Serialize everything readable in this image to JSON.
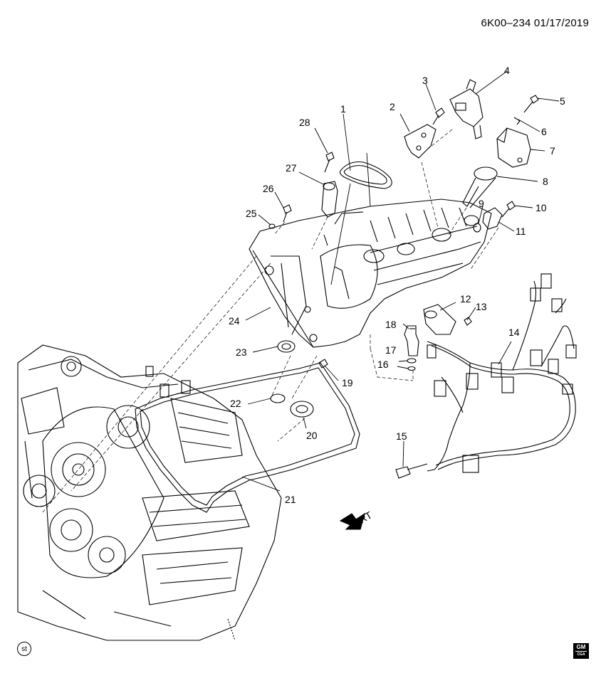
{
  "header": {
    "code": "6K00–234  01/17/2019"
  },
  "callouts": [
    {
      "id": "1",
      "label": "1"
    },
    {
      "id": "2",
      "label": "2"
    },
    {
      "id": "3",
      "label": "3"
    },
    {
      "id": "4",
      "label": "4"
    },
    {
      "id": "5",
      "label": "5"
    },
    {
      "id": "6",
      "label": "6"
    },
    {
      "id": "7",
      "label": "7"
    },
    {
      "id": "8",
      "label": "8"
    },
    {
      "id": "9",
      "label": "9"
    },
    {
      "id": "10",
      "label": "10"
    },
    {
      "id": "11",
      "label": "11"
    },
    {
      "id": "12",
      "label": "12"
    },
    {
      "id": "13",
      "label": "13"
    },
    {
      "id": "14",
      "label": "14"
    },
    {
      "id": "15",
      "label": "15"
    },
    {
      "id": "16",
      "label": "16"
    },
    {
      "id": "17",
      "label": "17"
    },
    {
      "id": "18",
      "label": "18"
    },
    {
      "id": "19",
      "label": "19"
    },
    {
      "id": "20",
      "label": "20"
    },
    {
      "id": "21",
      "label": "21"
    },
    {
      "id": "22",
      "label": "22"
    },
    {
      "id": "23",
      "label": "23"
    },
    {
      "id": "24",
      "label": "24"
    },
    {
      "id": "25",
      "label": "25"
    },
    {
      "id": "26",
      "label": "26"
    },
    {
      "id": "27",
      "label": "27"
    },
    {
      "id": "28",
      "label": "28"
    }
  ],
  "front_arrow": {
    "label": "FRT"
  },
  "stamp": {
    "label": "st"
  },
  "logo": {
    "name": "gm-logo-icon",
    "label": "GM",
    "sublabel": "CGA"
  },
  "colors": {
    "ink": "#000000",
    "paper": "#ffffff",
    "shade": "#d9d9d9"
  }
}
